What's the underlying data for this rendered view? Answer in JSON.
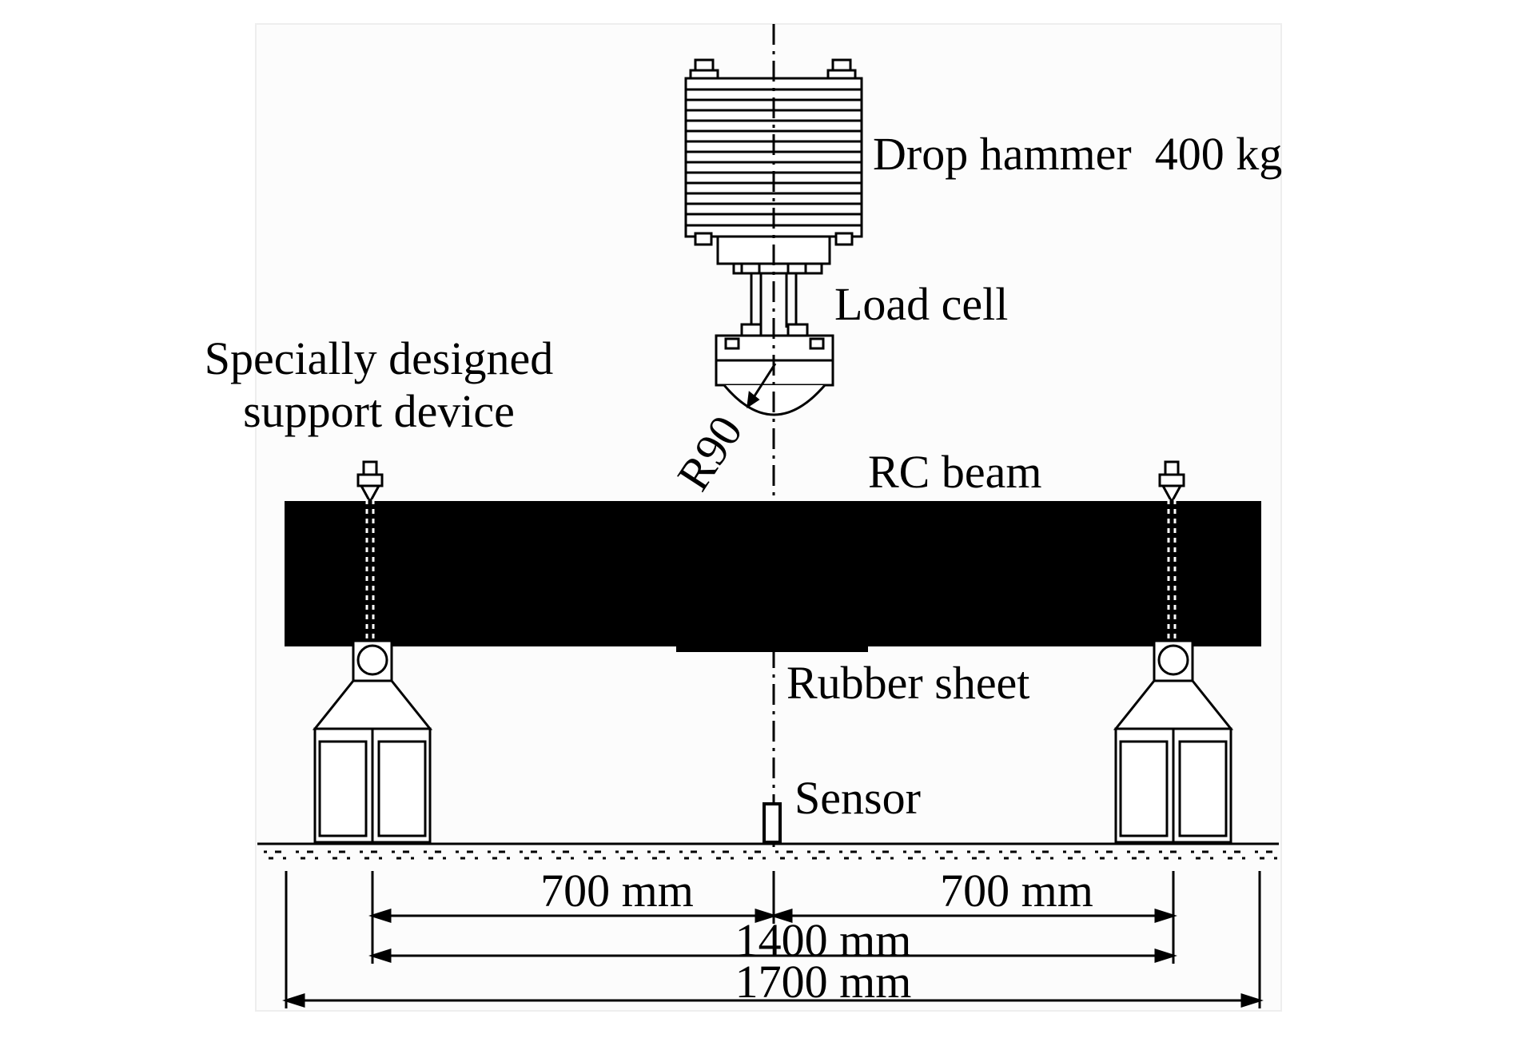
{
  "labels": {
    "drop_hammer": "Drop hammer  400 kg",
    "load_cell": "Load cell",
    "support_line1": "Specially designed",
    "support_line2": "support device",
    "radius": "R90",
    "rc_beam": "RC beam",
    "rubber_sheet": "Rubber sheet",
    "sensor": "Sensor"
  },
  "dimensions": {
    "left_half": "700 mm",
    "right_half": "700 mm",
    "span": "1400 mm",
    "beam_length": "1700 mm"
  },
  "colors": {
    "ink": "#000000",
    "background": "#ffffff"
  }
}
